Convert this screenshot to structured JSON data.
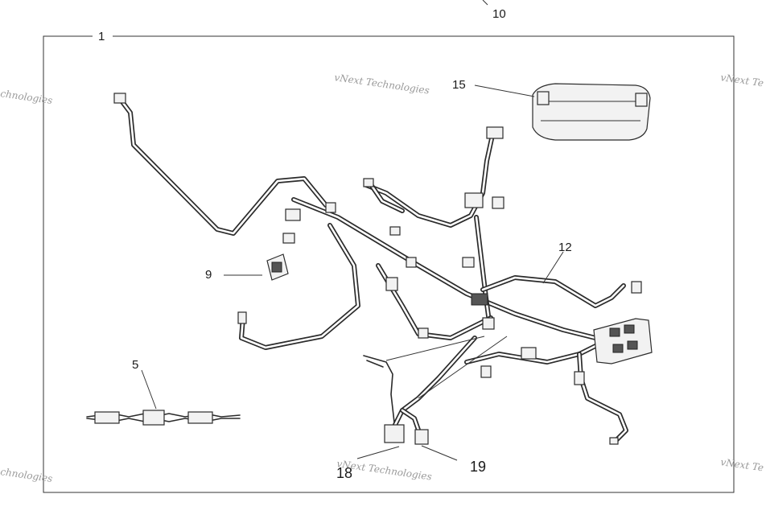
{
  "callouts": {
    "c1": "1",
    "c5": "5",
    "c9": "9",
    "c10": "10",
    "c12": "12",
    "c15": "15",
    "c18": "18",
    "c19": "19"
  },
  "watermark": {
    "text": "vNext Technologies",
    "text_partial_left": "chnologies",
    "text_partial_right": "vNext Te"
  }
}
